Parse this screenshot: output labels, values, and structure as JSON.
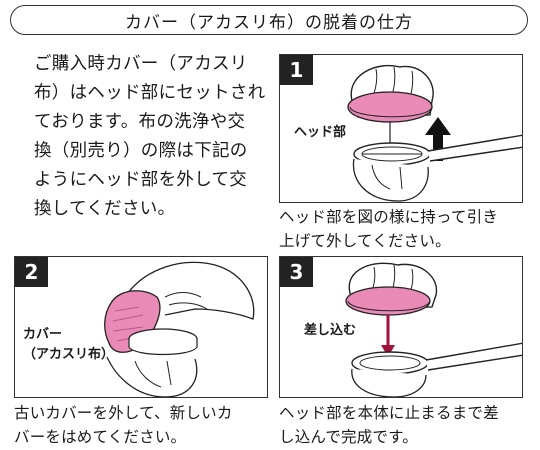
{
  "title": "カバー（アカスリ布）の脱着の仕方",
  "intro_lines": [
    "ご購入時カバー（アカスリ",
    "布）はヘッド部にセットされ",
    "ております。布の洗浄や交",
    "換（別売り）の際は下記の",
    "ようにヘッド部を外して交",
    "換してください。"
  ],
  "steps": [
    {
      "number": "1",
      "label": "ヘッド部",
      "caption_lines": [
        "ヘッド部を図の様に持って引き",
        "上げて外してください。"
      ]
    },
    {
      "number": "2",
      "label_lines": [
        "カバー",
        "（アカスリ布）"
      ],
      "caption_lines": [
        "古いカバーを外して、新しいカ",
        "バーをはめてください。"
      ]
    },
    {
      "number": "3",
      "label": "差し込む",
      "caption_lines": [
        "ヘッド部を本体に止まるまで差",
        "し込んで完成です。"
      ]
    }
  ],
  "colors": {
    "cover_pink": "#e98bb6",
    "arrow_red": "#a3123f",
    "ink": "#222222"
  }
}
